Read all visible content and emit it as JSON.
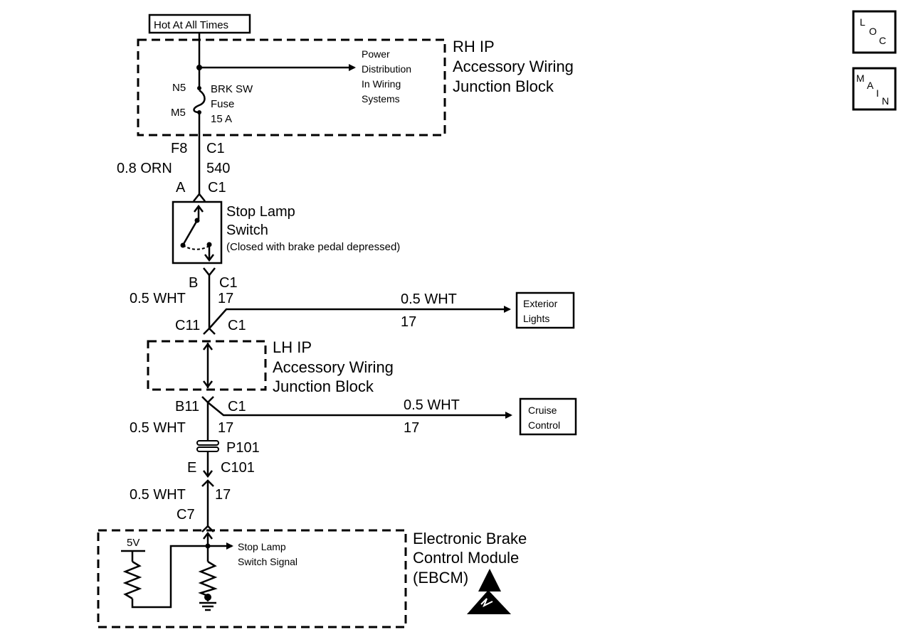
{
  "power_source": "Hot At All Times",
  "nav": {
    "loc": [
      "L",
      "O",
      "C"
    ],
    "main": [
      "M",
      "A",
      "I",
      "N"
    ]
  },
  "rh_block": {
    "title": [
      "RH IP",
      "Accessory Wiring",
      "Junction Block"
    ],
    "power_dist": [
      "Power",
      "Distribution",
      "In Wiring",
      "Systems"
    ],
    "fuse_pin_top": "N5",
    "fuse_pin_bottom": "M5",
    "fuse_label": [
      "BRK SW",
      "Fuse",
      "15 A"
    ]
  },
  "wire1": {
    "pin_top": "F8",
    "conn_top": "C1",
    "wire": "0.8 ORN",
    "circuit": "540",
    "pin_bottom": "A",
    "conn_bottom": "C1"
  },
  "stop_lamp_switch": {
    "title": [
      "Stop Lamp",
      "Switch"
    ],
    "note": "(Closed with brake pedal depressed)"
  },
  "wire2": {
    "pin_top": "B",
    "conn_top": "C1",
    "wire": "0.5 WHT",
    "circuit": "17",
    "pin_bottom": "C11",
    "conn_bottom": "C1"
  },
  "exterior_branch": {
    "wire": "0.5 WHT",
    "circuit": "17",
    "label": [
      "Exterior",
      "Lights"
    ]
  },
  "lh_block": {
    "title": [
      "LH IP",
      "Accessory Wiring",
      "Junction Block"
    ]
  },
  "wire3": {
    "pin_top": "B11",
    "conn_top": "C1",
    "wire": "0.5 WHT",
    "circuit": "17",
    "splice": "P101",
    "pin_bottom": "E",
    "conn_bottom": "C101"
  },
  "cruise_branch": {
    "wire": "0.5 WHT",
    "circuit": "17",
    "label": [
      "Cruise",
      "Control"
    ]
  },
  "wire4": {
    "wire": "0.5 WHT",
    "circuit": "17",
    "pin": "C7"
  },
  "ebcm": {
    "title": [
      "Electronic Brake",
      "Control Module",
      "(EBCM)"
    ],
    "voltage": "5V",
    "signal": [
      "Stop Lamp",
      "Switch Signal"
    ]
  }
}
